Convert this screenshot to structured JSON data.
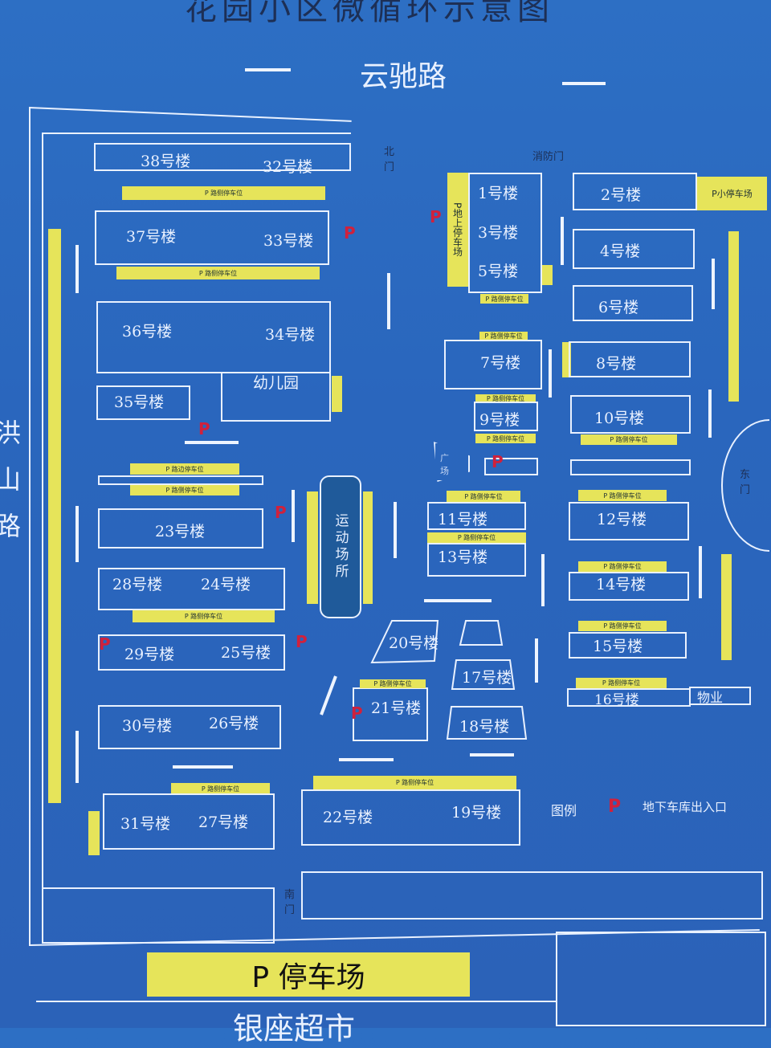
{
  "title": "花园小区微循环示意图",
  "roads": {
    "north": "云驰路",
    "west": "洪山路"
  },
  "gates": {
    "north": "北门",
    "fire": "消防门",
    "east": "东门",
    "south": "南门"
  },
  "buildings": {
    "b38": "38号楼",
    "b32": "32号楼",
    "b37": "37号楼",
    "b33": "33号楼",
    "b36": "36号楼",
    "b34": "34号楼",
    "kindergarten": "幼儿园",
    "b35": "35号楼",
    "b23": "23号楼",
    "b28": "28号楼",
    "b24": "24号楼",
    "b29": "29号楼",
    "b25": "25号楼",
    "b30": "30号楼",
    "b26": "26号楼",
    "b31": "31号楼",
    "b27": "27号楼",
    "b1": "1号楼",
    "b3": "3号楼",
    "b5": "5号楼",
    "b2": "2号楼",
    "b4": "4号楼",
    "b6": "6号楼",
    "b7": "7号楼",
    "b8": "8号楼",
    "b9": "9号楼",
    "b10": "10号楼",
    "b11": "11号楼",
    "b12": "12号楼",
    "b13": "13号楼",
    "b14": "14号楼",
    "b15": "15号楼",
    "b16": "16号楼",
    "b17": "17号楼",
    "b18": "18号楼",
    "b20": "20号楼",
    "b21": "21号楼",
    "b22": "22号楼",
    "b19": "19号楼",
    "property": "物业",
    "sports": "运动场所",
    "plaza": "广场"
  },
  "parking": {
    "roadside": "P 路侧停车位",
    "roadside_edge": "P 路边停车位",
    "ground_lot": "P地上停车场",
    "small_lot": "P小停车场",
    "main_lot": "P 停车场"
  },
  "legend": {
    "label": "图例",
    "symbol": "P",
    "text": "地下车库出入口"
  },
  "bottom": {
    "supermarket": "银座超市"
  },
  "colors": {
    "background": "#2b66bd",
    "parking": "#e6e45a",
    "entrance": "#d0213c",
    "lines": "#e9f1ff"
  }
}
